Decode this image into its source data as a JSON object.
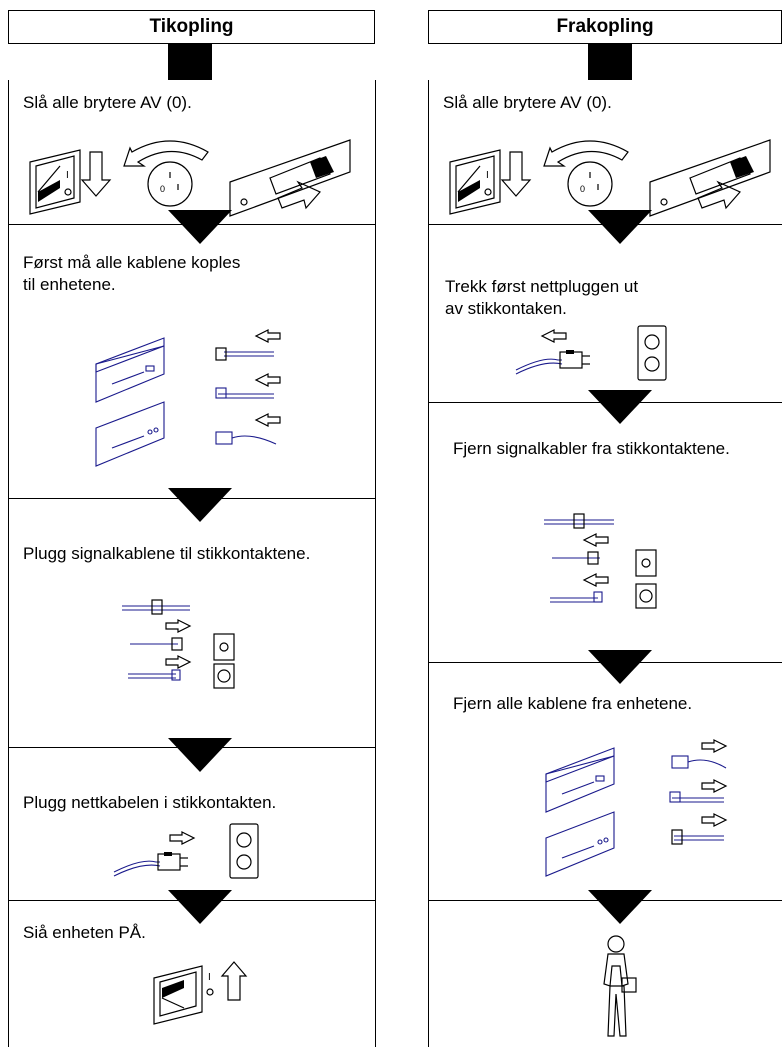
{
  "connect": {
    "title": "Tikopling",
    "steps": [
      {
        "text": "Slå alle brytere AV (0)."
      },
      {
        "text": "Først må alle kablene koples\ntil enhetene."
      },
      {
        "text": "Plugg signalkablene til stikkontaktene."
      },
      {
        "text": "Plugg nettkabelen i stikkontakten."
      },
      {
        "text": "Siå enheten PÅ."
      }
    ]
  },
  "disconnect": {
    "title": "Frakopling",
    "steps": [
      {
        "text": "Slå alle brytere AV (0)."
      },
      {
        "text": "Trekk først nettpluggen ut\nav stikkontaken."
      },
      {
        "text": "Fjern signalkabler fra stikkontaktene."
      },
      {
        "text": "Fjern alle kablene fra enhetene."
      },
      {
        "text": ""
      }
    ]
  }
}
